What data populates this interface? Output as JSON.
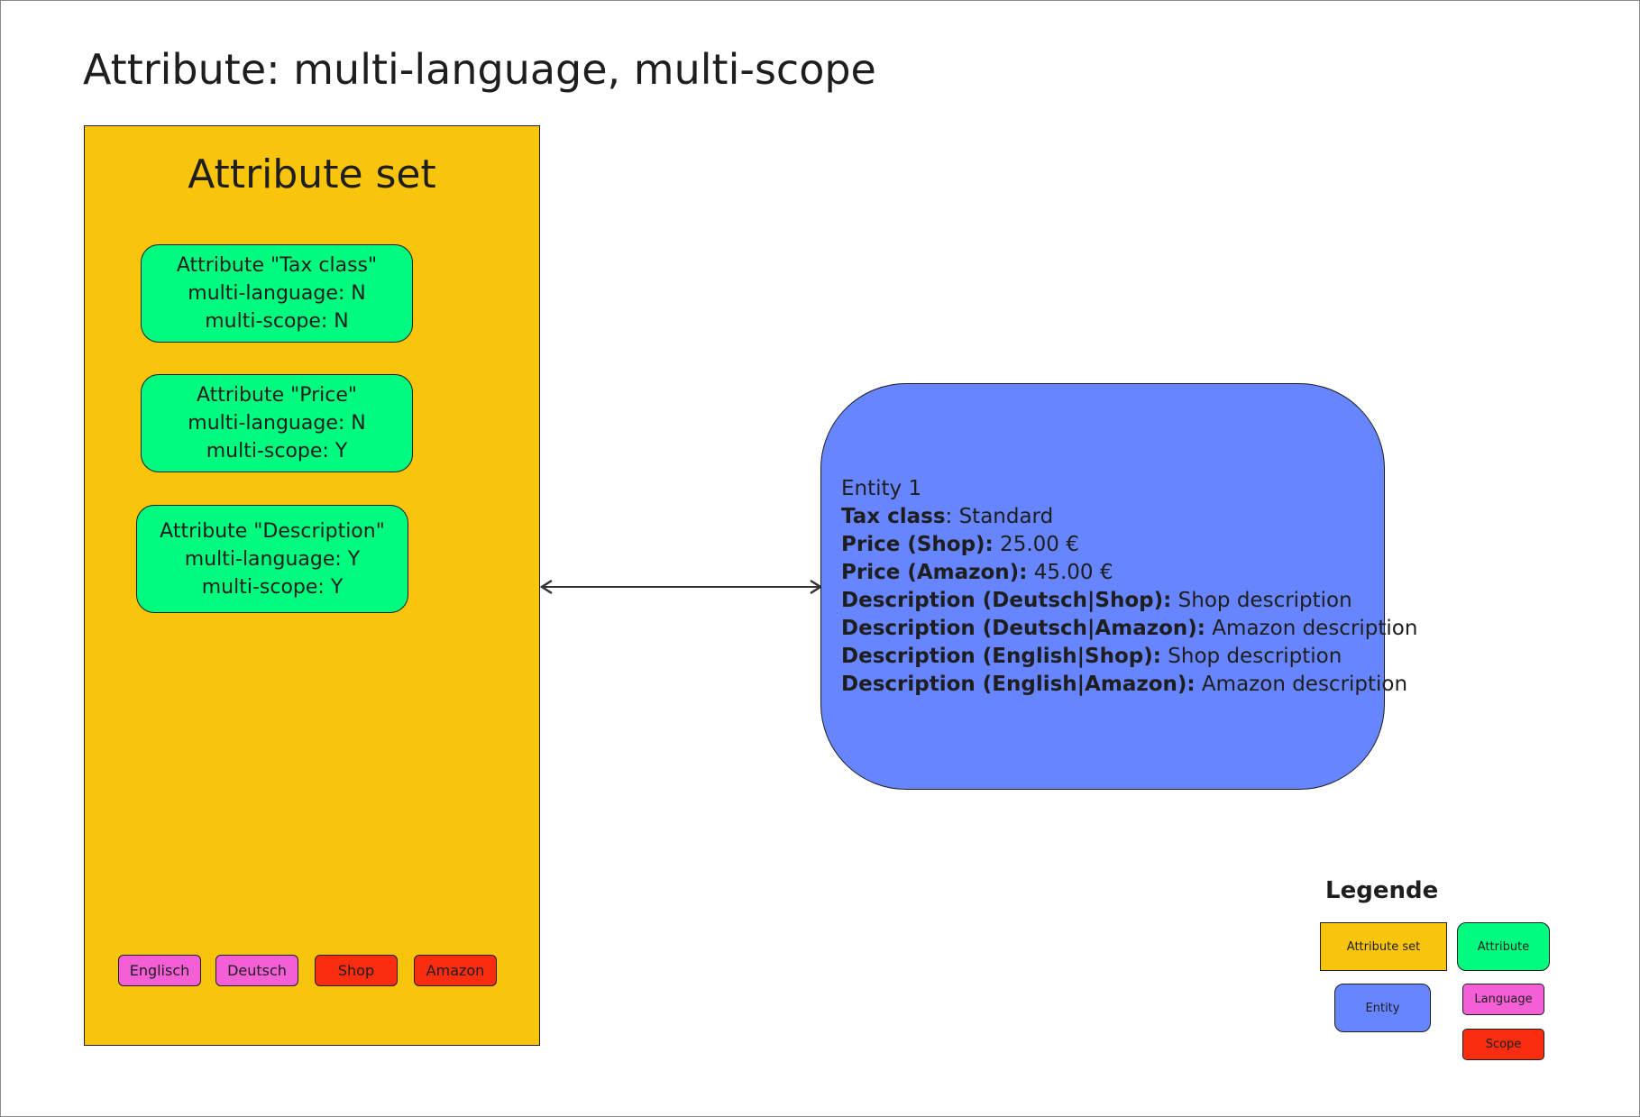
{
  "title": "Attribute: multi-language, multi-scope",
  "attribute_set": {
    "title": "Attribute set",
    "attributes": [
      {
        "name": "Attribute \"Tax class\"",
        "multi_language": "multi-language: N",
        "multi_scope": "multi-scope: N"
      },
      {
        "name": "Attribute \"Price\"",
        "multi_language": "multi-language: N",
        "multi_scope": "multi-scope: Y"
      },
      {
        "name": "Attribute \"Description\"",
        "multi_language": "multi-language: Y",
        "multi_scope": "multi-scope: Y"
      }
    ],
    "languages": [
      "Englisch",
      "Deutsch"
    ],
    "scopes": [
      "Shop",
      "Amazon"
    ]
  },
  "entity": {
    "name": "Entity 1",
    "fields": [
      {
        "label": "Tax class",
        "value": ": Standard"
      },
      {
        "label": "Price (Shop):",
        "value": " 25.00 €"
      },
      {
        "label": "Price (Amazon):",
        "value": " 45.00 €"
      },
      {
        "label": "Description (Deutsch|Shop):",
        "value": " Shop description"
      },
      {
        "label": "Description (Deutsch|Amazon):",
        "value": " Amazon description"
      },
      {
        "label": "Description (English|Shop):",
        "value": " Shop description"
      },
      {
        "label": "Description (English|Amazon):",
        "value": " Amazon description"
      }
    ]
  },
  "legend": {
    "title": "Legende",
    "items": {
      "attribute_set": "Attribute set",
      "attribute": "Attribute",
      "entity": "Entity",
      "language": "Language",
      "scope": "Scope"
    }
  },
  "colors": {
    "attribute_set": "#f8c50c",
    "attribute": "#00fc7f",
    "entity": "#6685ff",
    "language": "#f55fd6",
    "scope": "#fb2d10"
  }
}
